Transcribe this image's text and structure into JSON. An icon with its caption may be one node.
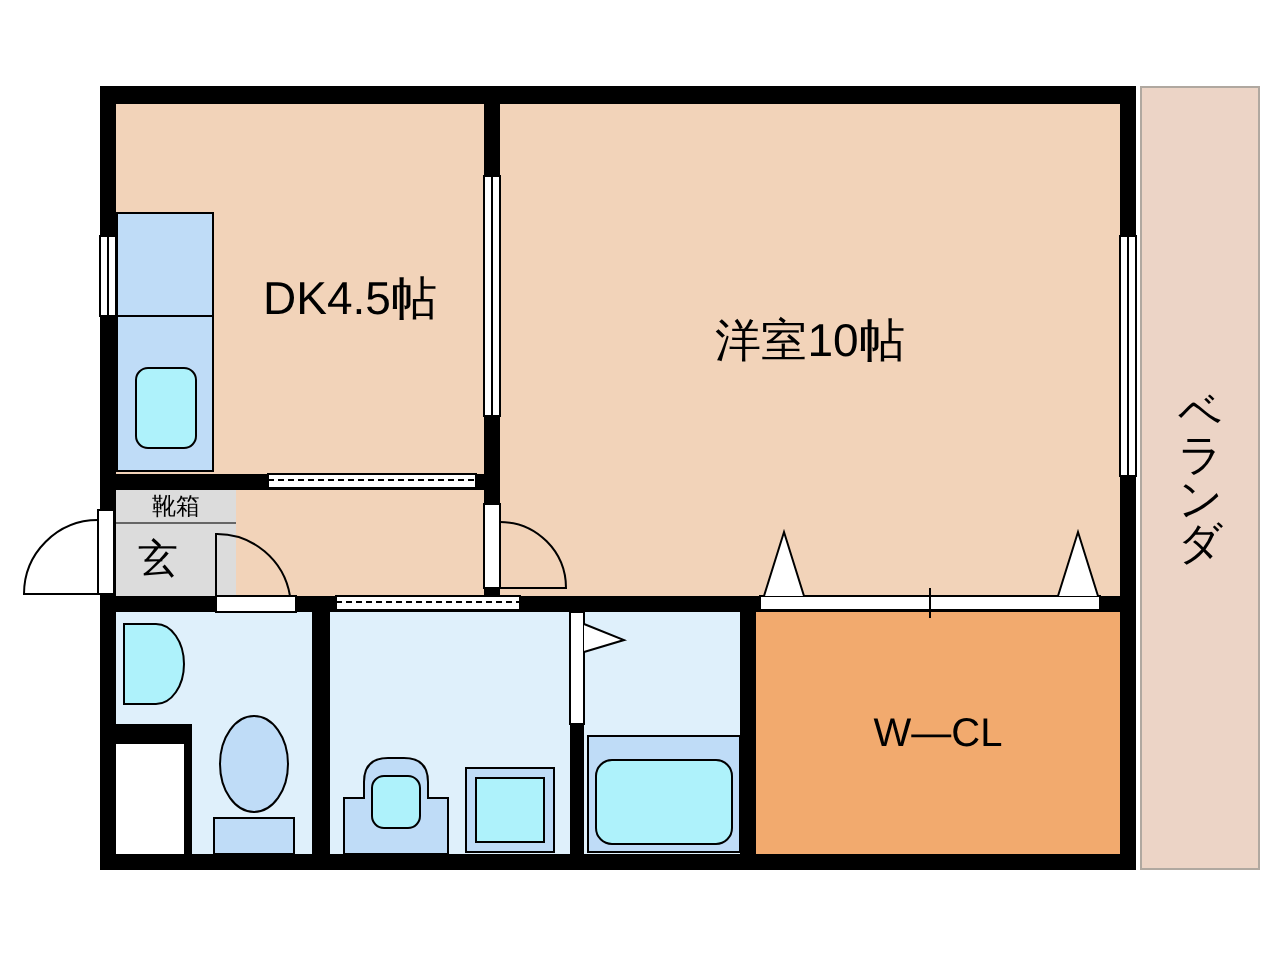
{
  "diagram": {
    "nodes": [
      {
        "text": [
          "DK4.5帖"
        ]
      },
      {
        "text": [
          "洋室10帖"
        ]
      },
      {
        "text": [
          "ベランダ"
        ]
      },
      {
        "text": [
          "靴箱"
        ]
      },
      {
        "text": [
          "玄"
        ]
      },
      {
        "text": [
          "W―CL"
        ]
      },
      {
        "text": [],
        "shape": "box"
      }
    ]
  }
}
